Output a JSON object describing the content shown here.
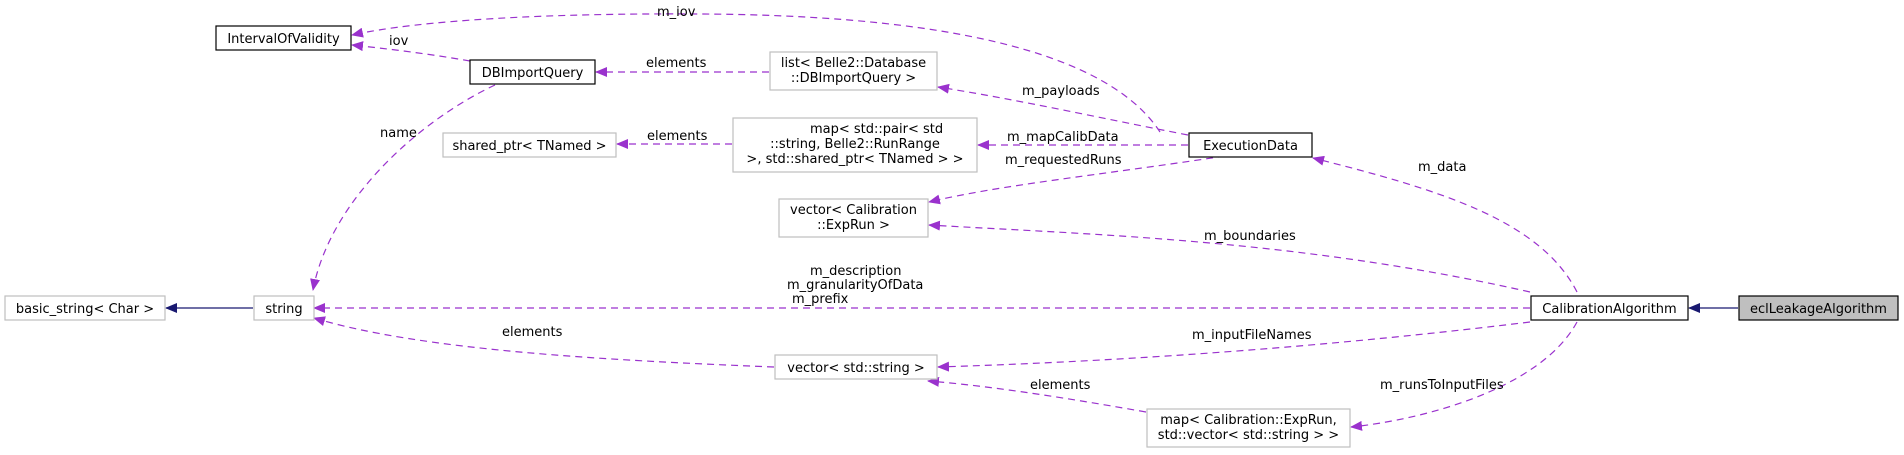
{
  "colors": {
    "usage_edge": "#9a32cd",
    "inherit_edge": "#191970",
    "focus_fill": "#bfbfbf",
    "gray_border": "#bfbfbf"
  },
  "nodes": {
    "interval_of_validity": "IntervalOfValidity",
    "db_import_query": "DBImportQuery",
    "list_db_import_query": [
      "list< Belle2::Database",
      "::DBImportQuery >"
    ],
    "shared_ptr_tnamed": "shared_ptr< TNamed >",
    "map_run_range": [
      "map< std::pair< std",
      "::string, Belle2::RunRange",
      ">, std::shared_ptr< TNamed > >"
    ],
    "execution_data": "ExecutionData",
    "vector_exprun": [
      "vector< Calibration",
      "::ExpRun >"
    ],
    "basic_string": "basic_string< Char >",
    "string": "string",
    "calibration_algorithm": "CalibrationAlgorithm",
    "ecl_leakage_algorithm": "eclLeakageAlgorithm",
    "vector_string": "vector< std::string >",
    "map_runs_to_input": [
      "map< Calibration::ExpRun,",
      "std::vector< std::string > >"
    ]
  },
  "edge_labels": {
    "m_iov": "m_iov",
    "iov": "iov",
    "elements_dbquery": "elements",
    "m_payloads": "m_payloads",
    "name": "name",
    "elements_shared": "elements",
    "m_mapCalibData": "m_mapCalibData",
    "m_requestedRuns": "m_requestedRuns",
    "m_data": "m_data",
    "m_boundaries": "m_boundaries",
    "m_description_group": [
      "m_description",
      "m_granularityOfData",
      "m_prefix"
    ],
    "elements_string": "elements",
    "m_inputFileNames": "m_inputFileNames",
    "elements_vector": "elements",
    "m_runsToInputFiles": "m_runsToInputFiles"
  }
}
